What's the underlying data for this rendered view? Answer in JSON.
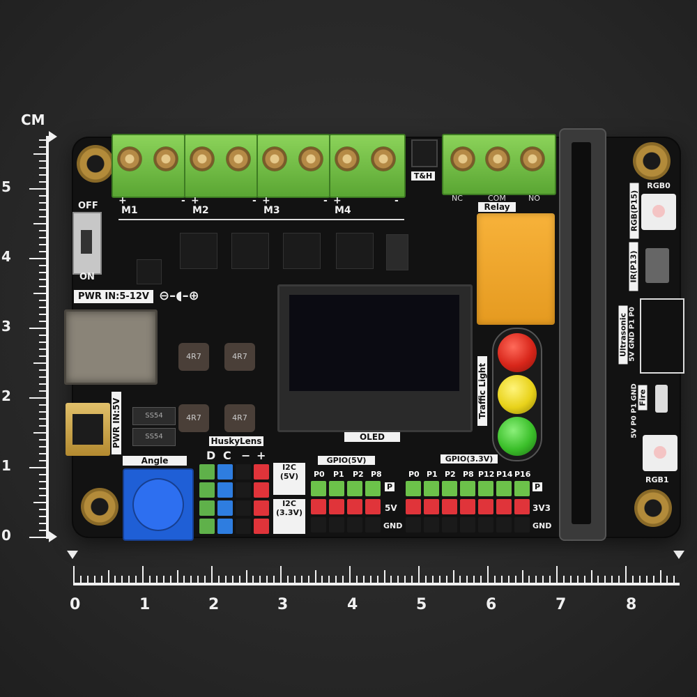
{
  "ruler": {
    "unit_label": "CM",
    "horizontal_numbers": [
      "0",
      "1",
      "2",
      "3",
      "4",
      "5",
      "6",
      "7",
      "8"
    ],
    "vertical_numbers": [
      "0",
      "1",
      "2",
      "3",
      "4",
      "5"
    ]
  },
  "board": {
    "motors": [
      {
        "label": "M1",
        "pins": [
          "+",
          "-"
        ]
      },
      {
        "label": "M2",
        "pins": [
          "+",
          "-"
        ]
      },
      {
        "label": "M3",
        "pins": [
          "+",
          "-"
        ]
      },
      {
        "label": "M4",
        "pins": [
          "+",
          "-"
        ]
      }
    ],
    "switch": {
      "off": "OFF",
      "on": "ON"
    },
    "power_in_main": "PWR IN:5-12V",
    "power_in_usb": "PWR IN:5V",
    "polarity_symbol": "⊖–◖–⊕",
    "th_label": "T&H",
    "relay": {
      "label": "Relay",
      "terminals": [
        "NC",
        "COM",
        "NO"
      ]
    },
    "oled_label": "OLED",
    "traffic_light_label": "Traffic Light",
    "angle_label": "Angle",
    "huskylens": {
      "label": "HuskyLens",
      "pins": [
        "D",
        "C",
        "−",
        "+"
      ]
    },
    "i2c_5v": "I2C\n(5V)",
    "i2c_33v": "I2C\n(3.3V)",
    "gpio_5v": {
      "label": "GPIO(5V)",
      "pins": [
        "P0",
        "P1",
        "P2",
        "P8"
      ]
    },
    "gpio_33v": {
      "label": "GPIO(3.3V)",
      "pins": [
        "P0",
        "P1",
        "P2",
        "P8",
        "P12",
        "P14",
        "P16"
      ]
    },
    "row_labels": {
      "p": "P",
      "five_v": "5V",
      "three_v": "3V3",
      "gnd": "GND"
    },
    "right_side": {
      "rgb0": "RGB0",
      "rgb_p15": "RGB(P15)",
      "ir_p13": "IR(P13)",
      "ultrasonic": "Ultrasonic",
      "ultra_pins": "5V GND P1 P0",
      "fire": "Fire",
      "fire_pins": "5V P0 P1 GND",
      "rgb1": "RGB1"
    },
    "inductor_marks": [
      "4R7",
      "4R7",
      "4R7",
      "4R7"
    ],
    "diode_marks": [
      "SS54",
      "SS54"
    ]
  },
  "colors": {
    "pcb": "#121212",
    "terminal_green": "#6cbf3d",
    "relay_orange": "#f5a623",
    "red_led": "#d8261a",
    "yellow_led": "#e8d21a",
    "green_led": "#3bbf2a",
    "pot_blue": "#1f5fd6"
  }
}
